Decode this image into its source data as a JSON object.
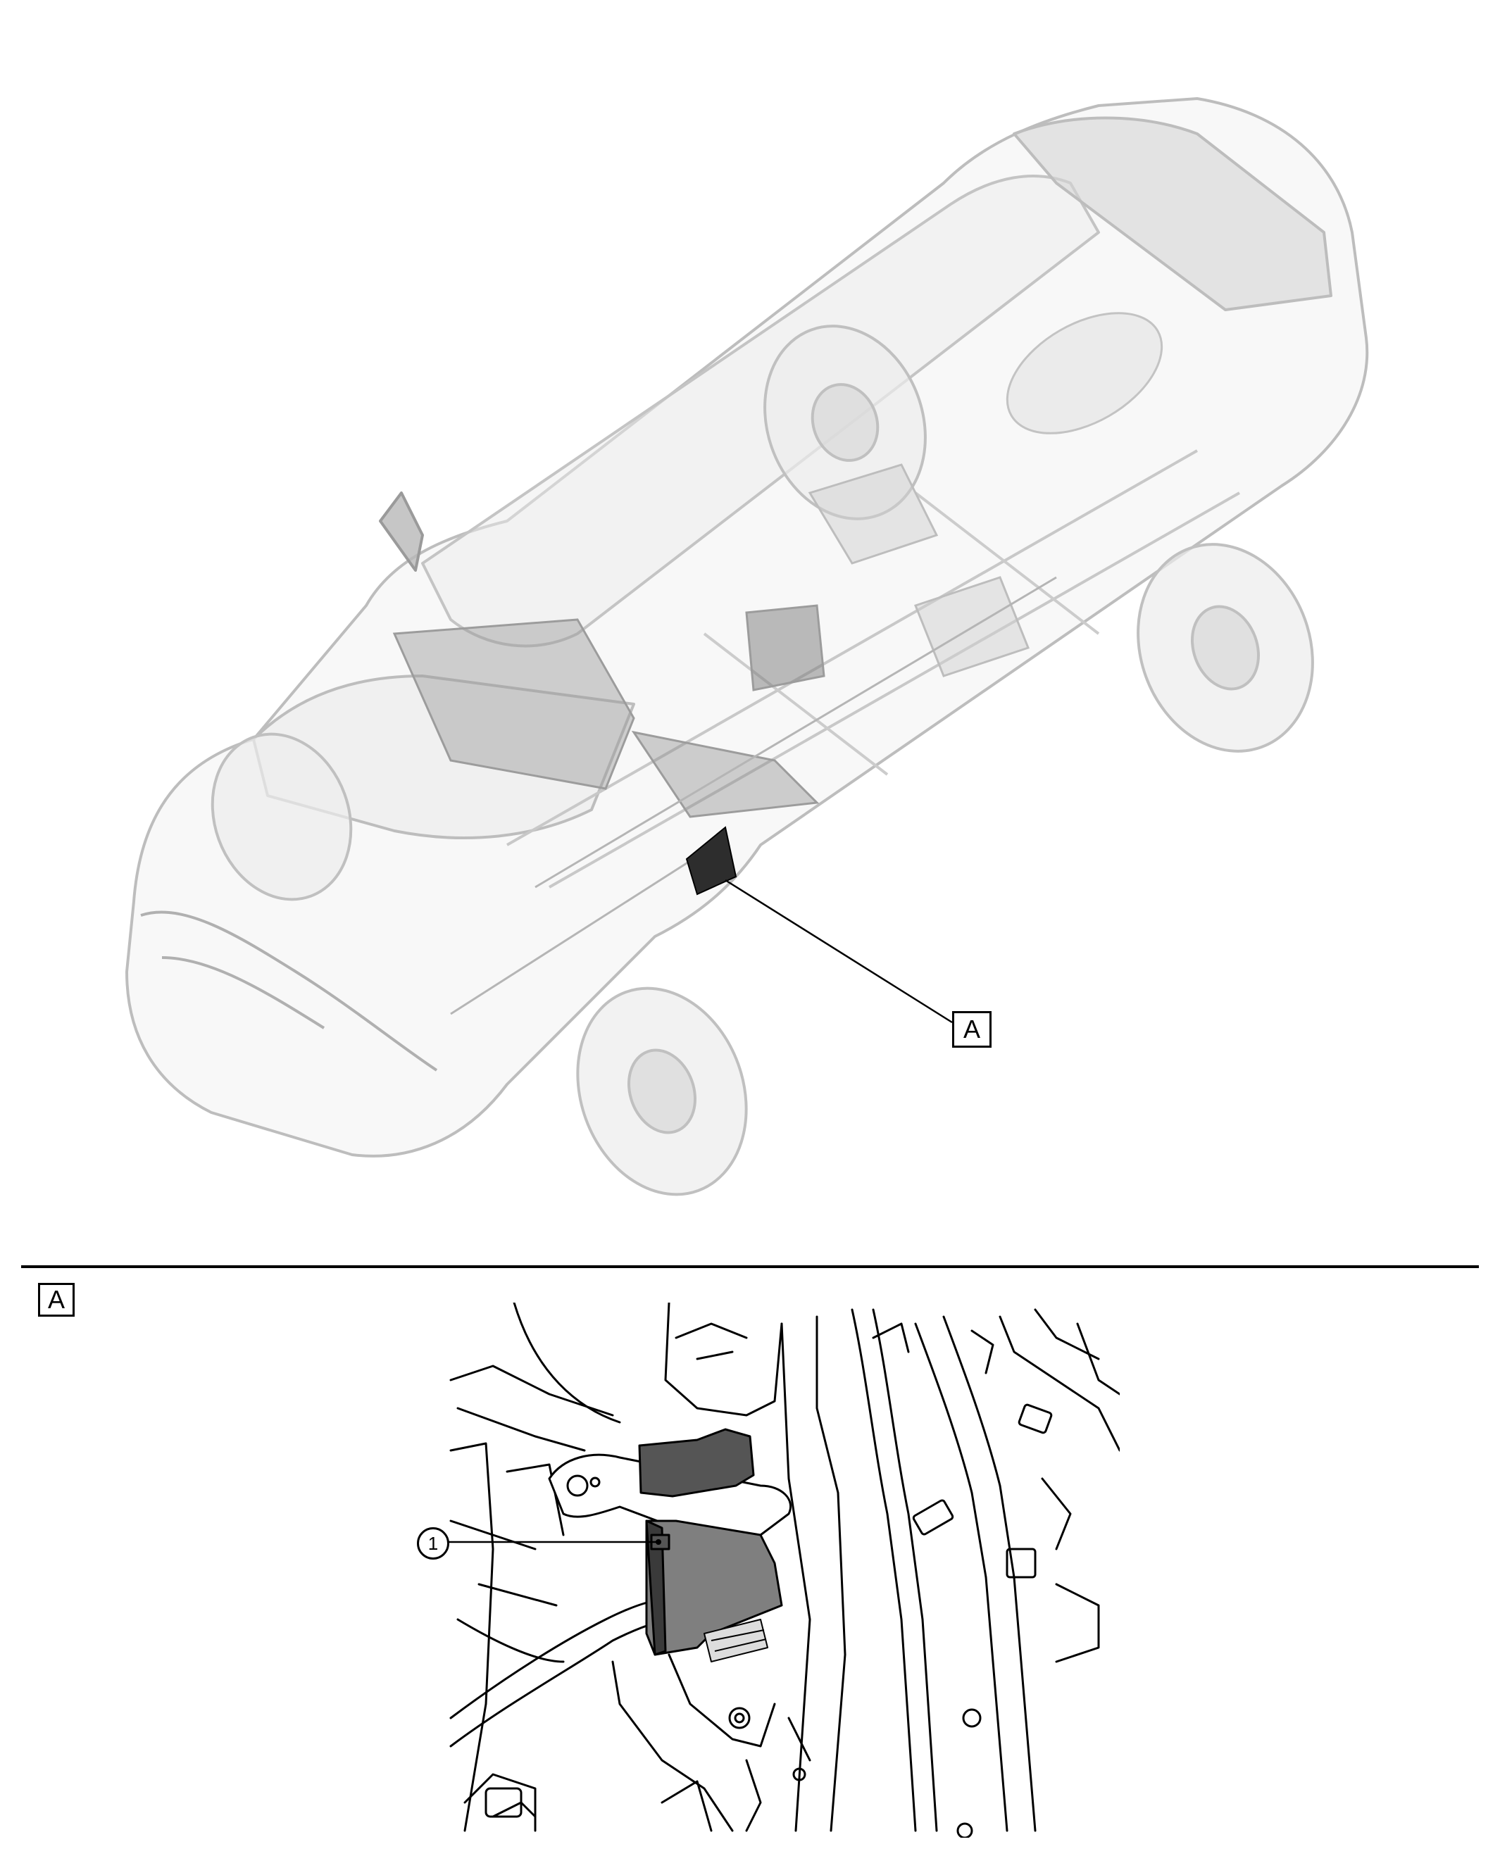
{
  "figure": {
    "overview_callout": "A",
    "detail_callout": "A",
    "detail_part_number": "1"
  },
  "colors": {
    "line": "#000000",
    "car_ghost": "#c9c9c9",
    "car_ghost_dark": "#8a8a8a",
    "module_fill": "#7f7f7f",
    "module_dark": "#333333"
  }
}
